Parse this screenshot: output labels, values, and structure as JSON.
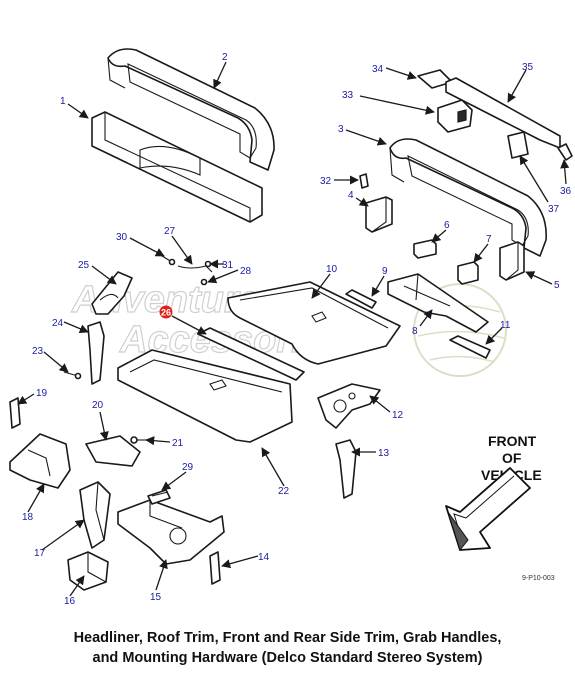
{
  "diagram": {
    "callouts": [
      "1",
      "2",
      "3",
      "4",
      "5",
      "6",
      "7",
      "8",
      "9",
      "10",
      "11",
      "12",
      "13",
      "14",
      "15",
      "16",
      "17",
      "18",
      "19",
      "20",
      "21",
      "22",
      "23",
      "24",
      "25",
      "26",
      "27",
      "28",
      "29",
      "30",
      "31",
      "32",
      "33",
      "34",
      "35",
      "36",
      "37"
    ],
    "front_label": [
      "FRONT",
      "OF",
      "VEHICLE"
    ],
    "figure_code": "9-P10-003",
    "watermark": [
      "Adventure",
      "Accessories"
    ]
  },
  "caption": {
    "line1": "Headliner, Roof Trim, Front and Rear Side Trim, Grab Handles,",
    "line2": "and Mounting Hardware (Delco Standard Stereo System)"
  },
  "colors": {
    "callout_text": "#1a1aa6",
    "highlight_marker": "#e0201a",
    "line": "#1a1a1a"
  }
}
